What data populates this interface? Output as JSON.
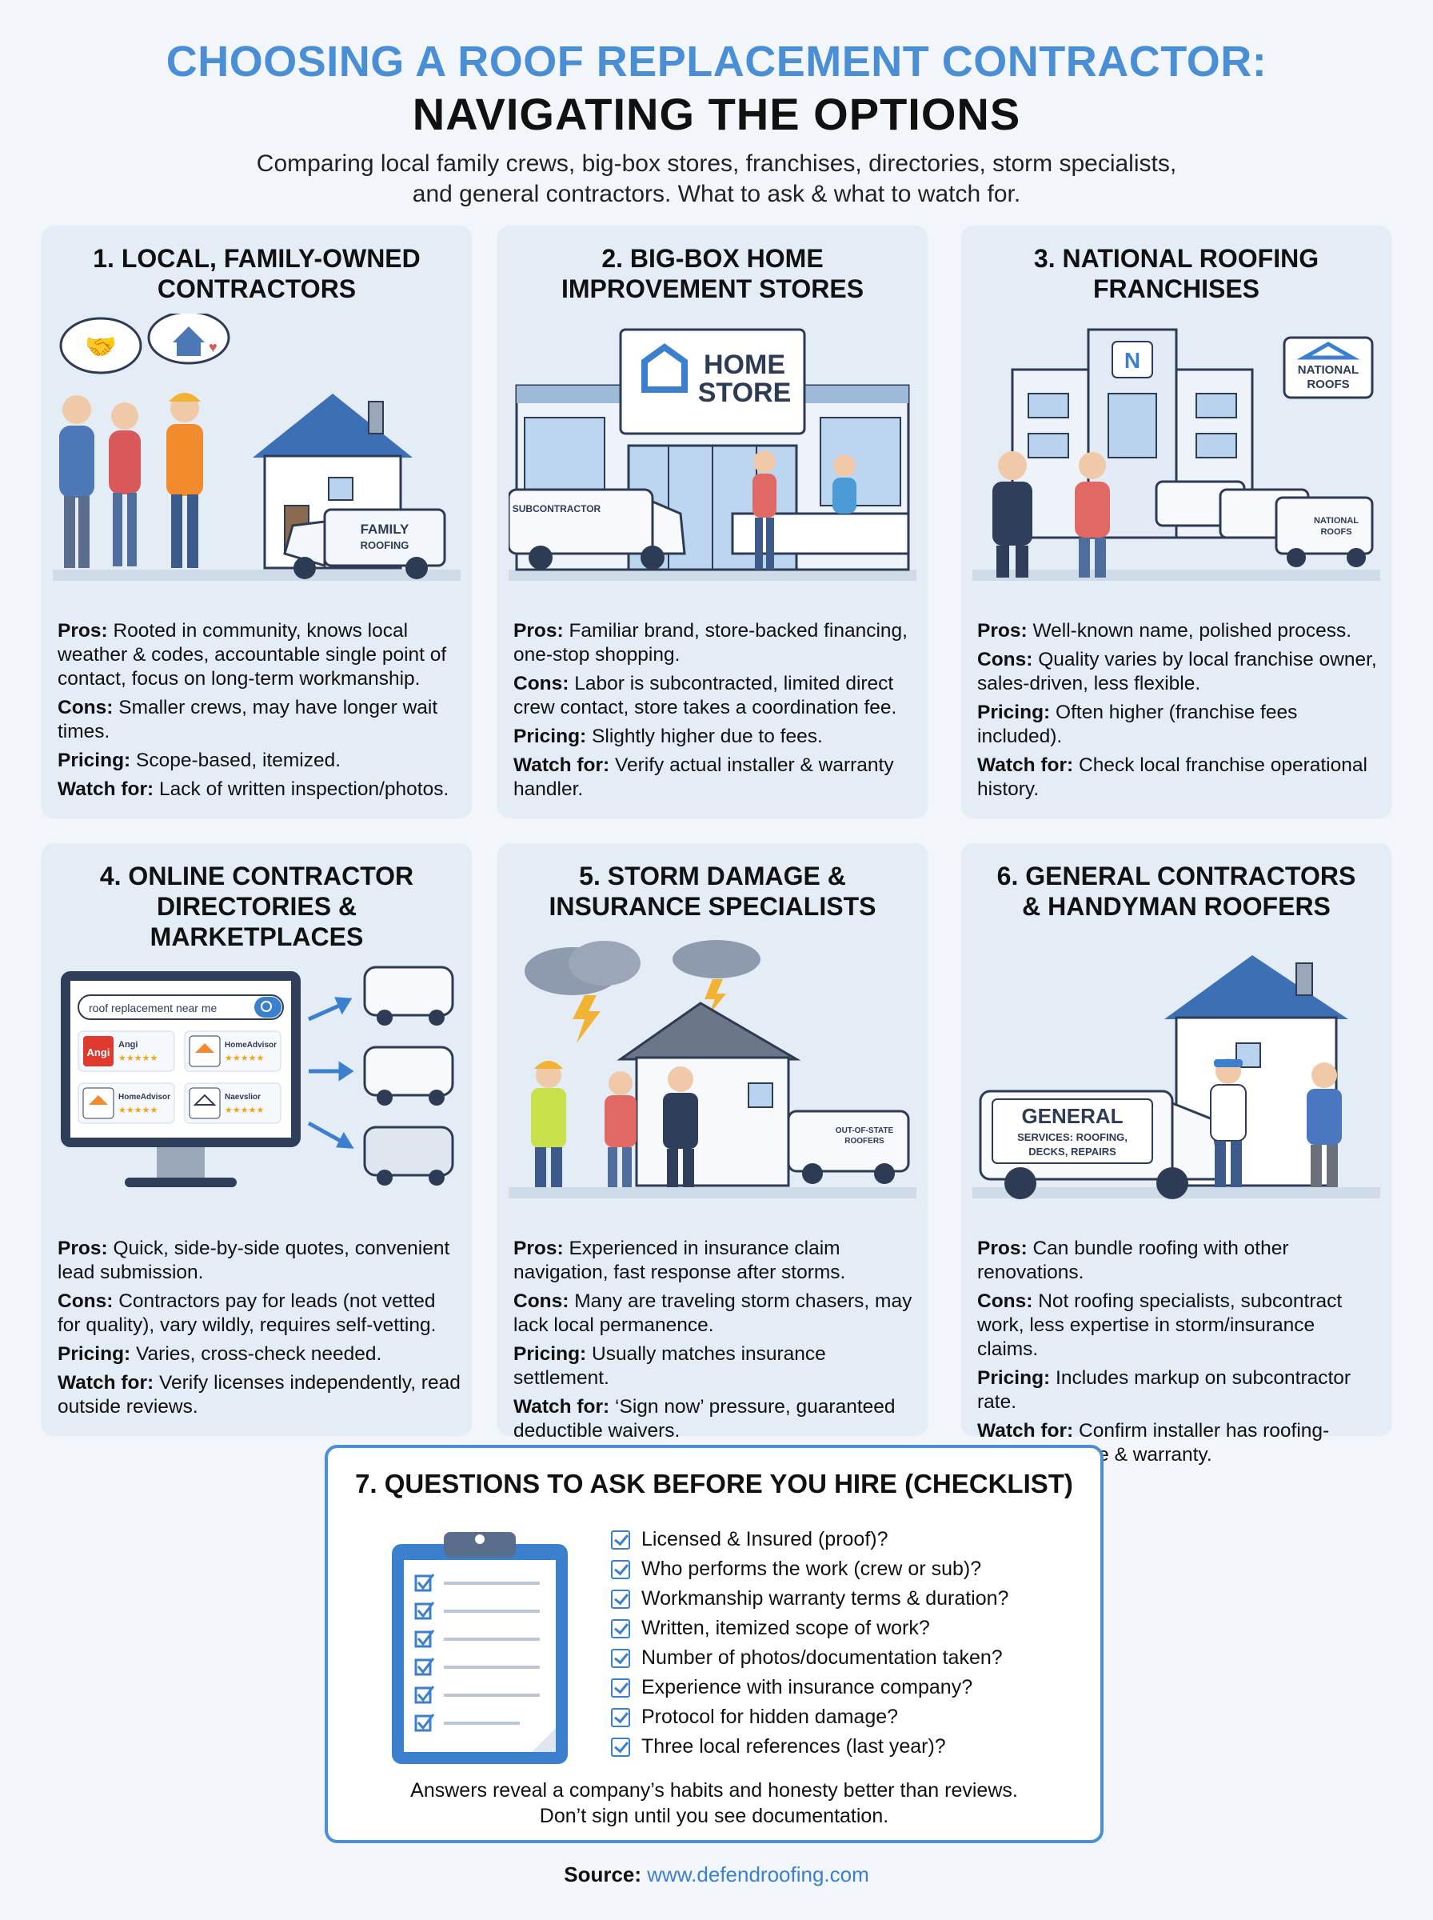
{
  "header": {
    "title_line1": "CHOOSING A ROOF REPLACEMENT CONTRACTOR:",
    "title_line2": "NAVIGATING THE OPTIONS",
    "subtitle_line1": "Comparing local family crews, big-box stores, franchises, directories, storm specialists,",
    "subtitle_line2": "and general contractors. What to ask & what to watch for."
  },
  "labels": {
    "pros": "Pros:",
    "cons": "Cons:",
    "pricing": "Pricing:",
    "watch": "Watch for:"
  },
  "cards": [
    {
      "title_line1": "1. LOCAL, FAMILY-OWNED",
      "title_line2": "CONTRACTORS",
      "pros": "Rooted in community, knows local weather & codes, accountable single point of contact, focus on long-term workmanship.",
      "cons": "Smaller crews, may have longer wait times.",
      "pricing": "Scope-based, itemized.",
      "watch": "Lack of written inspection/photos.",
      "van_label_line1": "FAMILY",
      "van_label_line2": "ROOFING"
    },
    {
      "title_line1": "2. BIG-BOX HOME",
      "title_line2": "IMPROVEMENT STORES",
      "pros": "Familiar brand, store-backed financing, one-stop shopping.",
      "cons": "Labor is subcontracted, limited direct crew contact, store takes a coordination fee.",
      "pricing": "Slightly higher due to fees.",
      "watch": "Verify actual installer & warranty handler.",
      "sign_line1": "HOME",
      "sign_line2": "STORE",
      "van_label": "SUBCONTRACTOR"
    },
    {
      "title_line1": "3. NATIONAL ROOFING",
      "title_line2": "FRANCHISES",
      "pros": "Well-known name, polished process.",
      "cons": "Quality varies by local franchise owner, sales-driven, less flexible.",
      "pricing": "Often higher (franchise fees included).",
      "watch": "Check local franchise operational history.",
      "sign_line1": "NATIONAL",
      "sign_line2": "ROOFS",
      "van_label_line1": "NATIONAL",
      "van_label_line2": "ROOFS"
    },
    {
      "title_line1": "4. ONLINE CONTRACTOR",
      "title_line2": "DIRECTORIES & MARKETPLACES",
      "pros": "Quick, side-by-side quotes, convenient lead submission.",
      "cons": "Contractors pay for leads (not vetted for quality), vary wildly, requires self-vetting.",
      "pricing": "Varies, cross-check needed.",
      "watch": "Verify licenses independently, read outside reviews.",
      "search_text": "roof replacement near me",
      "listing1": "Angi",
      "listing2": "HomeAdvisor",
      "listing3": "HomeAdvisor",
      "listing4": "Naevslior",
      "logo_text": "Angi",
      "stars": "★★★★★"
    },
    {
      "title_line1": "5. STORM DAMAGE &",
      "title_line2": "INSURANCE SPECIALISTS",
      "pros": "Experienced in insurance claim navigation, fast response after storms.",
      "cons": "Many are traveling storm chasers, may lack local permanence.",
      "pricing": "Usually matches insurance settlement.",
      "watch": "‘Sign now’ pressure, guaranteed deductible waivers.",
      "van_label_line1": "OUT-OF-STATE",
      "van_label_line2": "ROOFERS"
    },
    {
      "title_line1": "6. GENERAL CONTRACTORS",
      "title_line2": "& HANDYMAN ROOFERS",
      "pros": "Can bundle roofing with other renovations.",
      "cons": "Not roofing specialists, subcontract work, less expertise in storm/insurance claims.",
      "pricing": "Includes markup on subcontractor rate.",
      "watch": "Confirm installer has roofing-specific license & warranty.",
      "van_label_line1": "GENERAL",
      "van_label_line2": "SERVICES: ROOFING,",
      "van_label_line3": "DECKS, REPAIRS"
    }
  ],
  "checklist": {
    "title": "7. QUESTIONS TO ASK BEFORE YOU HIRE (CHECKLIST)",
    "items": [
      "Licensed & Insured (proof)?",
      "Who performs the work (crew or sub)?",
      "Workmanship warranty terms & duration?",
      "Written, itemized scope of work?",
      "Number of photos/documentation taken?",
      "Experience with insurance company?",
      "Protocol for hidden damage?",
      "Three local references (last year)?"
    ],
    "footnote_line1": "Answers reveal a company’s habits and honesty better than reviews.",
    "footnote_line2": "Don’t sign until you see documentation."
  },
  "source": {
    "label": "Source:",
    "url": "www.defendroofing.com"
  },
  "colors": {
    "accent": "#4a8fd6",
    "card_bg": "#e4ecf5",
    "page_bg": "#f2f6fb"
  }
}
